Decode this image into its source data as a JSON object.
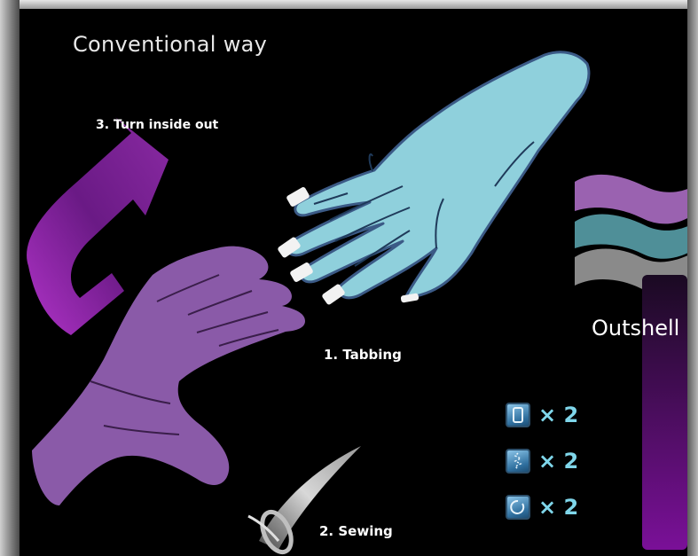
{
  "heading": "Conventional way",
  "steps": {
    "turn": "3. Turn inside out",
    "tabbing": "1. Tabbing",
    "sewing": "2. Sewing"
  },
  "outshell_label": "Outshell",
  "counts": [
    {
      "icon": "tab-icon",
      "label": "× 2"
    },
    {
      "icon": "seam-icon",
      "label": "× 2"
    },
    {
      "icon": "turn-icon",
      "label": "× 2"
    }
  ],
  "colors": {
    "background": "#000000",
    "purple_hand": "#8a5aa8",
    "blue_hand": "#8fd0dc",
    "arrow": "#7d1e96",
    "count_text": "#7fd6ea"
  }
}
